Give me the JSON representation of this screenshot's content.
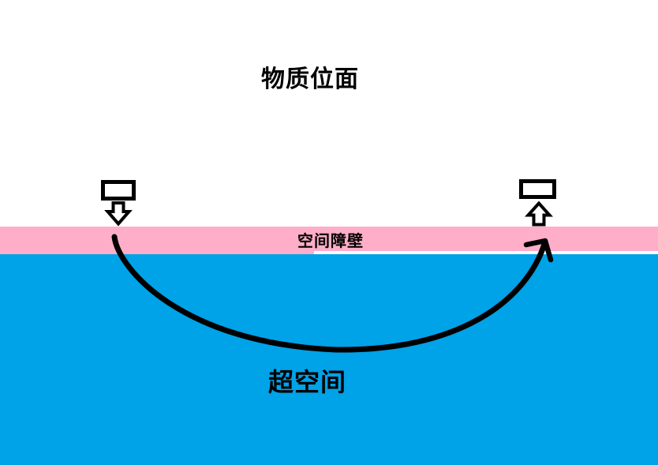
{
  "colors": {
    "background": "#ffffff",
    "barrier-pink": "#ffaec9",
    "hyperspace-blue": "#00a2e8",
    "ink": "#000000"
  },
  "diagram": {
    "title": "物质位面",
    "barrier_label": "空间障壁",
    "hyperspace_label": "超空间"
  },
  "icons": {
    "left_object_box": "rectangle-outline",
    "enter_arrow": "hollow-block-arrow-down",
    "right_object_box": "rectangle-outline",
    "exit_arrow": "hollow-block-arrow-up",
    "travel_path": "curved-arc-arrow-up-right"
  }
}
